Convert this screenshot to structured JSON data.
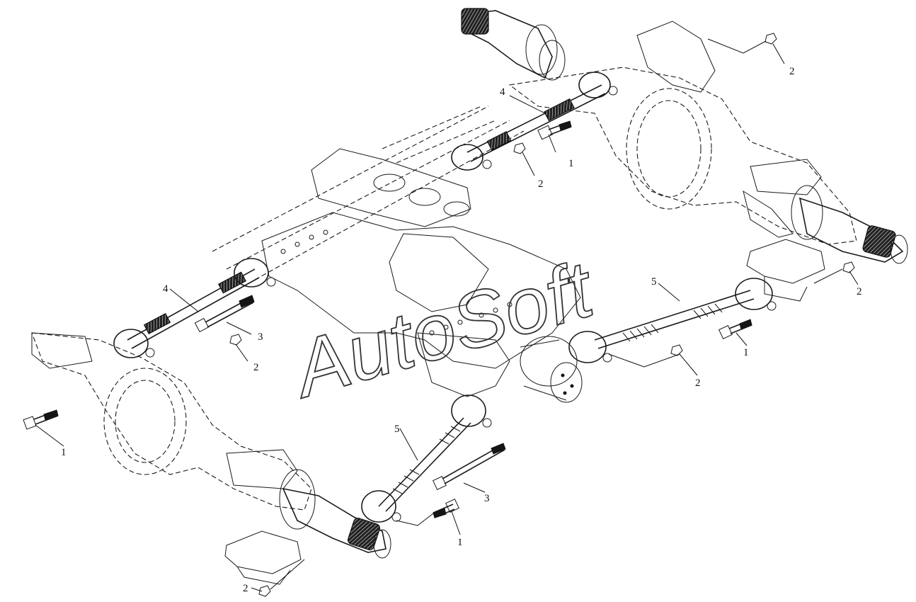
{
  "watermark": "AutoSoft",
  "callouts": [
    {
      "id": "c4-top",
      "text": "4"
    },
    {
      "id": "c1-top",
      "text": "1"
    },
    {
      "id": "c2-top-center",
      "text": "2"
    },
    {
      "id": "c2-top-right",
      "text": "2"
    },
    {
      "id": "c4-left",
      "text": "4"
    },
    {
      "id": "c3-left",
      "text": "3"
    },
    {
      "id": "c2-left",
      "text": "2"
    },
    {
      "id": "c1-left",
      "text": "1"
    },
    {
      "id": "c5-right",
      "text": "5"
    },
    {
      "id": "c2-right",
      "text": "2"
    },
    {
      "id": "c1-right",
      "text": "1"
    },
    {
      "id": "c2-right-mid",
      "text": "2"
    },
    {
      "id": "c5-bottom",
      "text": "5"
    },
    {
      "id": "c3-bottom",
      "text": "3"
    },
    {
      "id": "c1-bottom",
      "text": "1"
    },
    {
      "id": "c2-bottom",
      "text": "2"
    }
  ]
}
